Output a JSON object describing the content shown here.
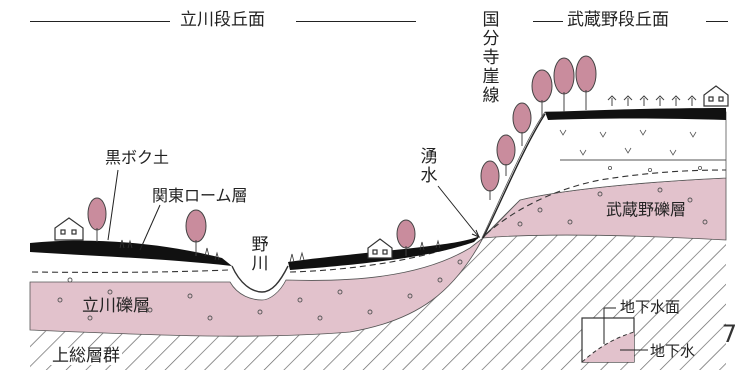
{
  "header": {
    "left_terrace": "立川段丘面",
    "right_terrace": "武蔵野段丘面",
    "cliff_line": "国分寺崖線"
  },
  "labels": {
    "kuroboku": "黒ボク土",
    "kanto_loam": "関東ローム層",
    "river": "野川",
    "spring": "湧水",
    "tachikawa_gravel": "立川礫層",
    "musashino_gravel": "武蔵野礫層",
    "kazusa_group": "上総層群"
  },
  "legend": {
    "water_table": "地下水面",
    "groundwater": "地下水"
  },
  "page_number": "7",
  "colors": {
    "gravel_fill": "#e2c2cc",
    "tree_fill": "#c98c9d",
    "hatch_line": "#555555",
    "soil_black": "#111111"
  }
}
